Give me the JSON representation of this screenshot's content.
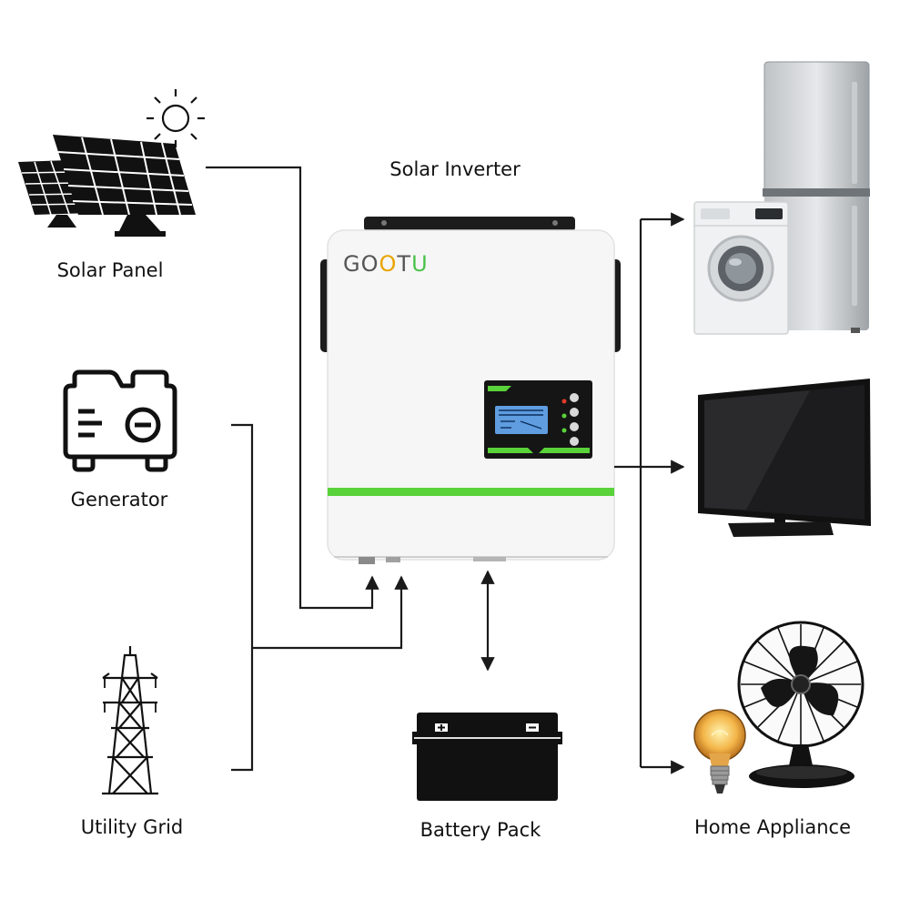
{
  "title": "Solar Inverter",
  "brand": {
    "name_prefix": "GO",
    "name_sun": "O",
    "name_mid": "T",
    "name_suffix": "U"
  },
  "nodes": {
    "solar_panel": "Solar Panel",
    "generator": "Generator",
    "utility_grid": "Utility Grid",
    "battery_pack": "Battery Pack",
    "home_appliance": "Home Appliance"
  },
  "colors": {
    "line": "#1a1a1a",
    "accent_green": "#5ad23a",
    "inverter_body": "#f4f4f4",
    "sun_yellow": "#e9a400"
  },
  "icons": [
    "sun-icon",
    "solar-panel-icon",
    "generator-icon",
    "transmission-tower-icon",
    "battery-icon",
    "refrigerator-icon",
    "washing-machine-icon",
    "television-icon",
    "fan-icon",
    "light-bulb-icon"
  ]
}
